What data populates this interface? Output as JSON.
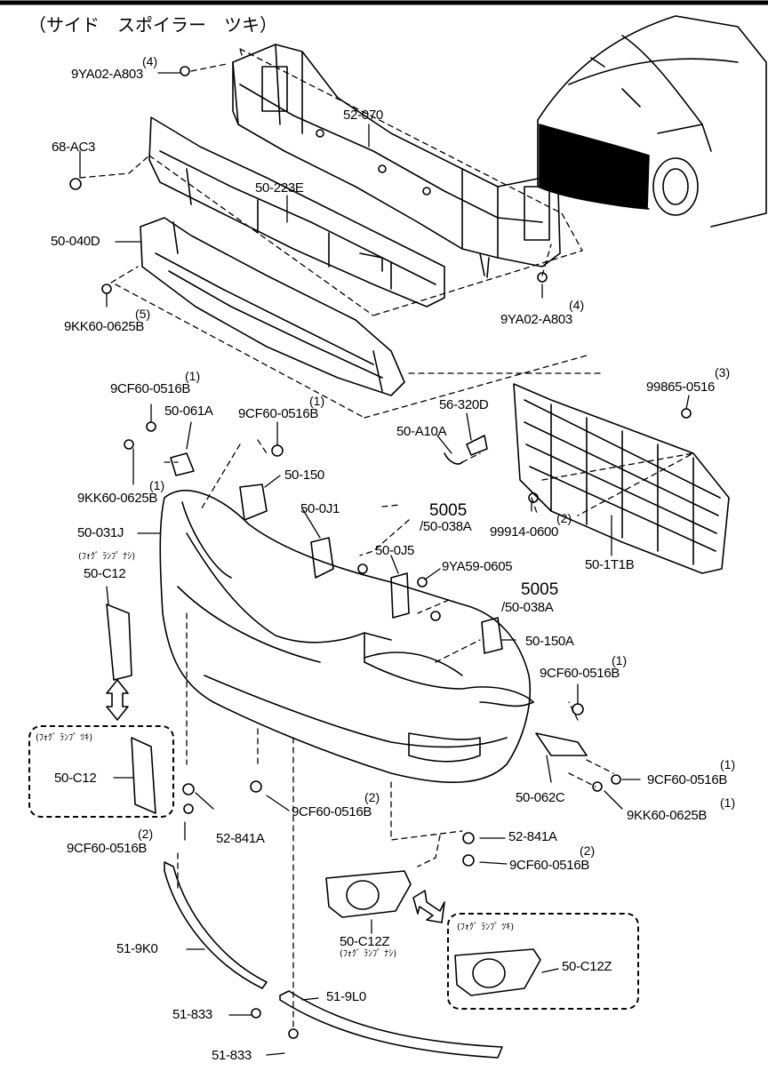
{
  "title": "（サイド　スポイラー　ツキ）",
  "callouts": {
    "c1": "9YA02-A803",
    "c1q": "(4)",
    "c2": "68-AC3",
    "c3": "52-070",
    "c4": "50-223E",
    "c5": "50-040D",
    "c6": "9KK60-0625B",
    "c6q": "(5)",
    "c7": "9YA02-A803",
    "c7q": "(4)",
    "c8": "9CF60-0516B",
    "c8q": "(1)",
    "c9": "50-061A",
    "c10": "9CF60-0516B",
    "c10q": "(1)",
    "c11": "50-150",
    "c12": "9KK60-0625B",
    "c12q": "(1)",
    "c13": "50-031J",
    "c14note": "(ﾌｫｸﾞ ﾗﾝﾌﾟ ﾅｼ)",
    "c14": "50-C12",
    "c15": "50-0J1",
    "c16": "50-A10A",
    "c17": "56-320D",
    "c18": "99865-0516",
    "c18q": "(3)",
    "c19": "5005",
    "c19sub": "/50-038A",
    "c20": "50-0J5",
    "c21": "9YA59-0605",
    "c22": "99914-0600",
    "c22q": "(2)",
    "c23": "50-1T1B",
    "c24": "5005",
    "c24sub": "/50-038A",
    "c25": "50-150A",
    "c26": "9CF60-0516B",
    "c26q": "(1)",
    "c27note": "(ﾌｫｸﾞ ﾗﾝﾌﾟ ﾂｷ)",
    "c27": "50-C12",
    "c28": "9CF60-0516B",
    "c28q": "(1)",
    "c29": "50-062C",
    "c30": "9KK60-0625B",
    "c30q": "(1)",
    "c31": "9CF60-0516B",
    "c31q": "(2)",
    "c32": "52-841A",
    "c33": "9CF60-0516B",
    "c33q": "(2)",
    "c34": "52-841A",
    "c35": "9CF60-0516B",
    "c35q": "(2)",
    "c36": "50-C12Z",
    "c36note": "(ﾌｫｸﾞ ﾗﾝﾌﾟ ﾅｼ)",
    "c37note": "(ﾌｫｸﾞ ﾗﾝﾌﾟ ﾂｷ)",
    "c37": "50-C12Z",
    "c38": "51-9K0",
    "c39": "51-833",
    "c40": "51-9L0",
    "c41": "51-833"
  }
}
